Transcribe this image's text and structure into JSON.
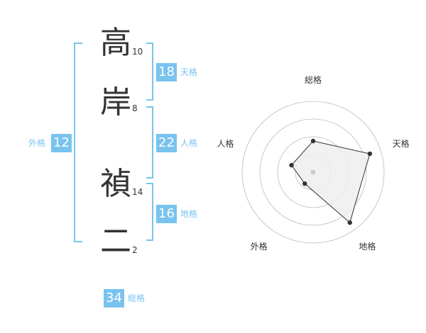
{
  "name": {
    "chars": [
      {
        "char": "高",
        "strokes": "10"
      },
      {
        "char": "岸",
        "strokes": "8"
      },
      {
        "char": "禎",
        "strokes": "14"
      },
      {
        "char": "二",
        "strokes": "2"
      }
    ]
  },
  "fortune": {
    "tenkaku": {
      "value": "18",
      "label": "天格"
    },
    "jinkaku": {
      "value": "22",
      "label": "人格"
    },
    "chikaku": {
      "value": "16",
      "label": "地格"
    },
    "gaikaku": {
      "value": "12",
      "label": "外格"
    },
    "soukaku": {
      "value": "34",
      "label": "総格"
    }
  },
  "colors": {
    "accent": "#79c3ef",
    "text": "#333333",
    "radar_fill": "#eeeeee",
    "radar_line": "#333333",
    "grid": "#bbbbbb"
  },
  "chart_data": {
    "type": "radar",
    "axes": [
      "総格",
      "天格",
      "地格",
      "外格",
      "人格"
    ],
    "values": [
      2.2,
      4.2,
      4.4,
      1.0,
      1.6
    ],
    "max": 5,
    "rings": 4
  }
}
